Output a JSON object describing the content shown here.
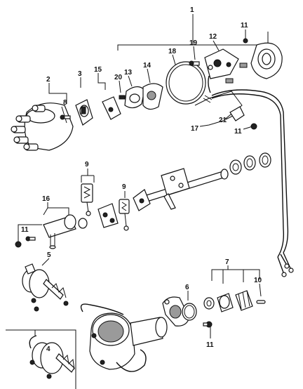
{
  "callouts": {
    "c1": "1",
    "c2": "2",
    "c3": "3",
    "c4": "4",
    "c5": "5",
    "c6": "6",
    "c7": "7",
    "c8": "8",
    "c9a": "9",
    "c9b": "9",
    "c10": "10",
    "c11a": "11",
    "c11b": "11",
    "c11c": "11",
    "c11d": "11",
    "c12": "12",
    "c13": "13",
    "c14": "14",
    "c15": "15",
    "c16": "16",
    "c17": "17",
    "c18": "18",
    "c19": "19",
    "c20": "20",
    "c21": "21"
  }
}
